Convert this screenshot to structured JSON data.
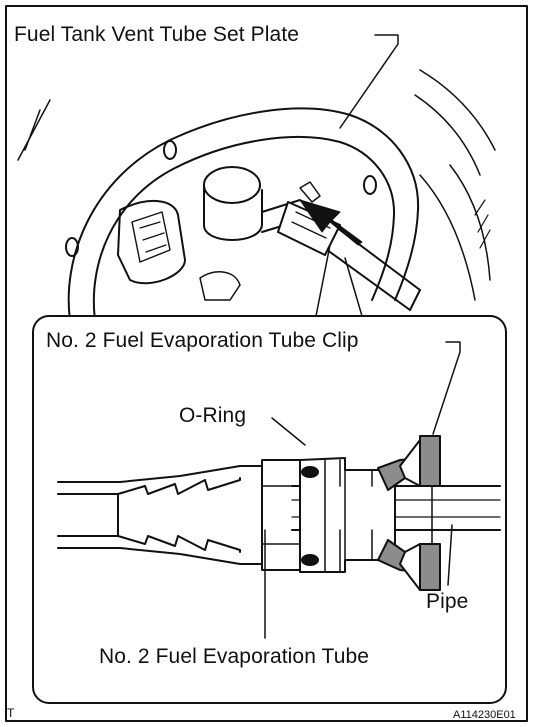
{
  "figure": {
    "labels": {
      "set_plate": "Fuel Tank Vent Tube Set Plate",
      "tube_clip": "No. 2 Fuel Evaporation Tube Clip",
      "o_ring": "O-Ring",
      "pipe": "Pipe",
      "evap_tube": "No. 2 Fuel Evaporation Tube"
    },
    "corner_mark": "T",
    "figure_code": "A114230E01",
    "colors": {
      "line": "#111111",
      "fill_gray": "#8c8c8c",
      "background": "#ffffff"
    },
    "icons": [
      "insert-arrow-icon"
    ]
  }
}
